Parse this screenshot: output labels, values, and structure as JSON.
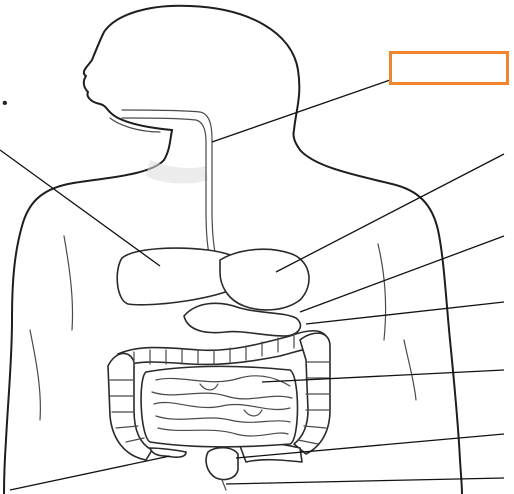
{
  "diagram": {
    "stray_mark": "•",
    "label_box_text": "",
    "colors": {
      "line": "#1e1e1e",
      "box_border": "#f0852d",
      "background": "#ffffff"
    },
    "labels": [
      {
        "name": "esophagus",
        "text": ""
      },
      {
        "name": "liver",
        "text": ""
      },
      {
        "name": "stomach",
        "text": ""
      },
      {
        "name": "pancreas",
        "text": ""
      },
      {
        "name": "large-intestine",
        "text": ""
      },
      {
        "name": "small-intestine",
        "text": ""
      },
      {
        "name": "rectum",
        "text": ""
      },
      {
        "name": "anus",
        "text": ""
      },
      {
        "name": "appendix",
        "text": ""
      }
    ]
  }
}
